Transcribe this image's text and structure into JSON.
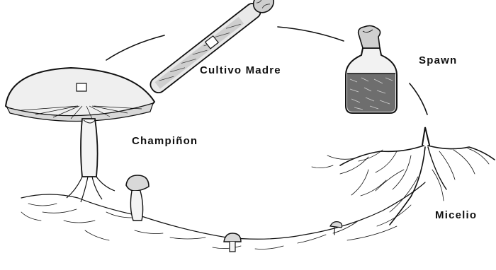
{
  "labels": {
    "cultivo_madre": "Cultivo Madre",
    "spawn": "Spawn",
    "champinon": "Champiñon",
    "micelio": "Micelio"
  },
  "colors": {
    "ink": "#111111",
    "background": "#ffffff"
  }
}
